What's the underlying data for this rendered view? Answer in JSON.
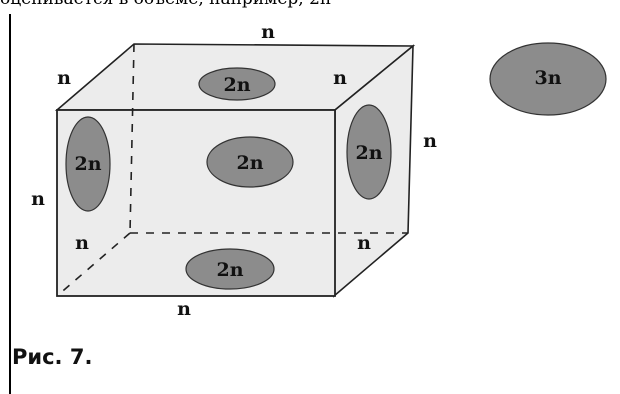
{
  "top_text": "оценивается в объеме, например, 2n",
  "edge_labels": {
    "top_back": "n",
    "top_left": "n",
    "top_right": "n",
    "right_side": "n",
    "left_side": "n",
    "bottom_left_inner": "n",
    "bottom_right_inner": "n",
    "bottom_front": "n"
  },
  "face_labels": {
    "top": "2n",
    "front": "2n",
    "left": "2n",
    "right": "2n",
    "bottom": "2n"
  },
  "interior_label": "3n",
  "caption": "Рис. 7.",
  "colors": {
    "box_fill": "#ececec",
    "ellipse_fill": "#8c8c8c",
    "outline": "#222222"
  }
}
